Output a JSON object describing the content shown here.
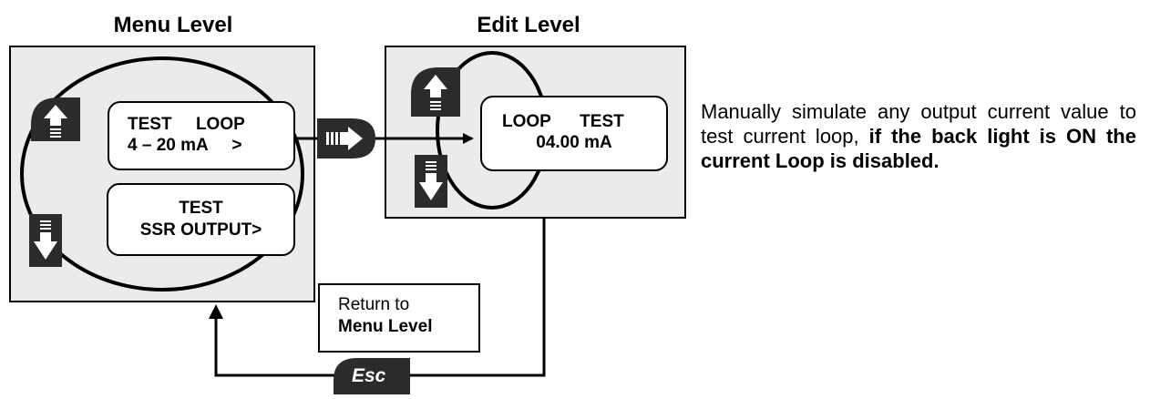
{
  "menu_level": {
    "title": "Menu Level",
    "screen_test_loop": {
      "line1": "TEST     LOOP",
      "line2": "4 – 20 mA     >"
    },
    "screen_test_ssr": {
      "line1": "TEST",
      "line2": "SSR OUTPUT>"
    }
  },
  "edit_level": {
    "title": "Edit Level",
    "screen_loop_test": {
      "line1": "LOOP      TEST",
      "line2": "04.00 mA"
    }
  },
  "return_box": {
    "line1": "Return to",
    "line2": "Menu Level"
  },
  "esc_key": {
    "label": "Esc"
  },
  "description": {
    "normal": "Manually simulate any output current value to test current loop, ",
    "bold": "if the back light is ON the current Loop is disabled."
  },
  "icons": [
    "up-arrow-key-icon",
    "down-arrow-key-icon",
    "enter-key-icon",
    "esc-key-icon"
  ],
  "colors": {
    "panel": "#ebebeb",
    "key": "#2b2b2b",
    "line": "#000000"
  }
}
